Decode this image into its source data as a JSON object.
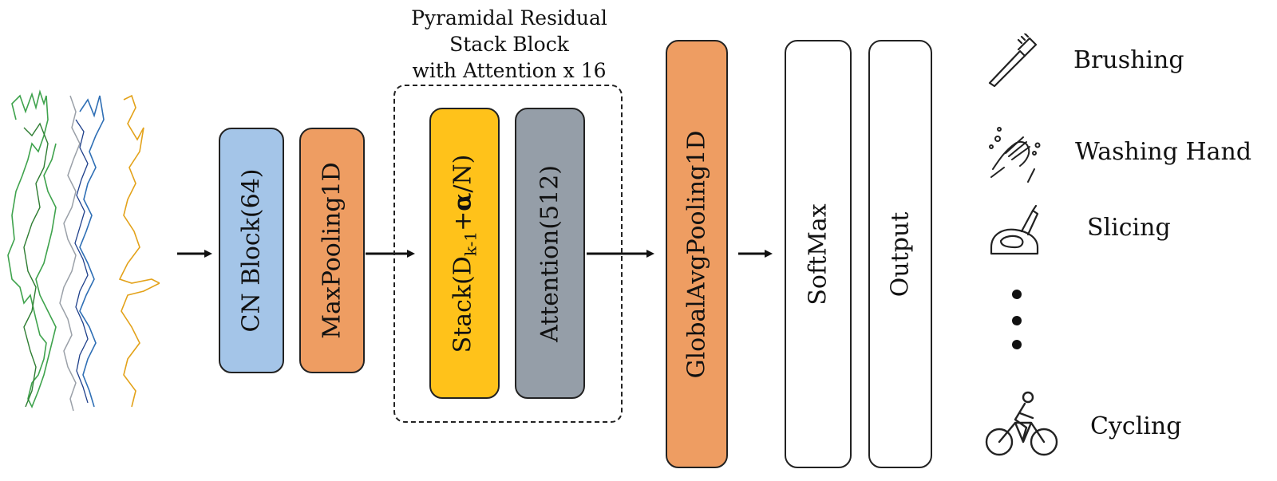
{
  "group": {
    "title_lines": [
      "Pyramidal Residual",
      "Stack Block",
      "with Attention x 16"
    ]
  },
  "blocks": {
    "cn_block": {
      "label": "CN Block(64)",
      "color": "#A4C5E8"
    },
    "maxpool": {
      "label": "MaxPooling1D",
      "color": "#EE9D62"
    },
    "stack": {
      "prefix": "Stack(D",
      "sub": "k-1",
      "plus": "+",
      "alpha": "α",
      "suffix": "/N)",
      "color": "#FFC21A"
    },
    "attention": {
      "label": "Attention(512)",
      "color": "#959EA8"
    },
    "gap": {
      "label": "GlobalAvgPooling1D",
      "color": "#EE9D62"
    },
    "softmax": {
      "label": "SoftMax",
      "color": "#FFFFFF"
    },
    "output": {
      "label": "Output",
      "color": "#FFFFFF"
    }
  },
  "activities": [
    {
      "label": "Brushing",
      "icon": "toothbrush-icon"
    },
    {
      "label": "Washing Hand",
      "icon": "washing-hands-icon"
    },
    {
      "label": "Slicing",
      "icon": "slicing-knife-icon"
    },
    {
      "label": "Cycling",
      "icon": "cycling-icon"
    }
  ],
  "signal_colors": [
    "#3FA34D",
    "#2F6FB5",
    "#9AA0A8",
    "#E3A21A"
  ]
}
